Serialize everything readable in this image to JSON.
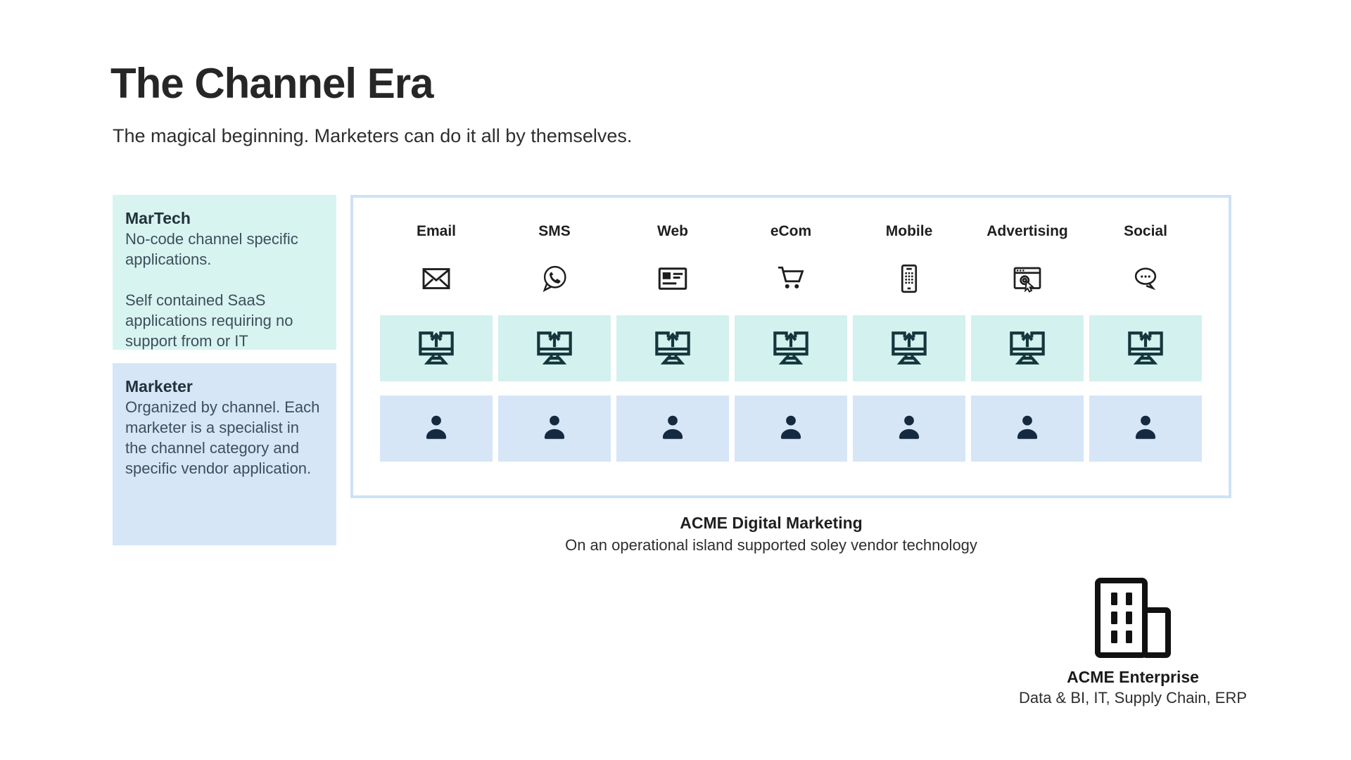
{
  "page": {
    "title": "The Channel Era",
    "subtitle": "The magical beginning. Marketers can do it all by themselves."
  },
  "martech_box": {
    "title": "MarTech",
    "body1": "No-code channel specific applications.",
    "body2": "Self contained SaaS applications requiring no support from or IT"
  },
  "marketer_box": {
    "title": "Marketer",
    "body": "Organized by channel. Each marketer is a specialist in the channel category and specific vendor application."
  },
  "channels": [
    {
      "label": "Email",
      "icon": "email-icon"
    },
    {
      "label": "SMS",
      "icon": "sms-icon"
    },
    {
      "label": "Web",
      "icon": "web-icon"
    },
    {
      "label": "eCom",
      "icon": "ecom-icon"
    },
    {
      "label": "Mobile",
      "icon": "mobile-icon"
    },
    {
      "label": "Advertising",
      "icon": "advertising-icon"
    },
    {
      "label": "Social",
      "icon": "social-icon"
    }
  ],
  "cell_icons": {
    "martech_cell": "monitor-upload-icon",
    "marketer_cell": "person-icon"
  },
  "caption": {
    "title": "ACME Digital Marketing",
    "subtitle": "On an operational island supported soley vendor technology"
  },
  "enterprise": {
    "icon": "building-icon",
    "title": "ACME Enterprise",
    "subtitle": "Data & BI, IT, Supply Chain, ERP"
  },
  "colors": {
    "martech_teal": "#d8f4f0",
    "martech_cell_teal": "#d3f1ee",
    "marketer_blue": "#d6e6f7",
    "panel_border": "#cfe1f4",
    "title_text": "#262626",
    "box_text": "#3d4e5c",
    "channel_icon": "#1e1e1e",
    "monitor_icon": "#14363c",
    "person_icon": "#152a40"
  }
}
